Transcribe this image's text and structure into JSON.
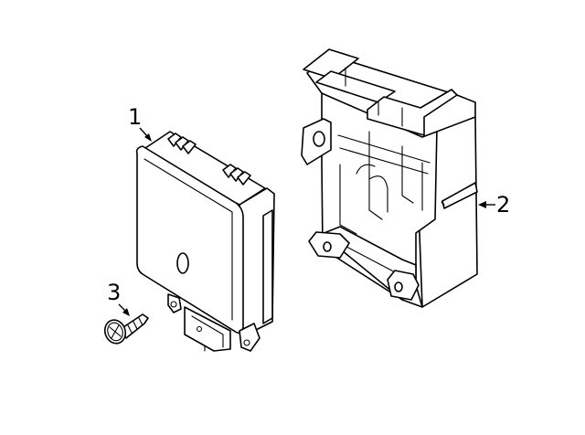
{
  "callouts": [
    {
      "id": "1",
      "label": "1",
      "part": "control-module"
    },
    {
      "id": "2",
      "label": "2",
      "part": "mounting-bracket"
    },
    {
      "id": "3",
      "label": "3",
      "part": "screw"
    }
  ],
  "colors": {
    "line": "#000000",
    "background": "#ffffff"
  }
}
